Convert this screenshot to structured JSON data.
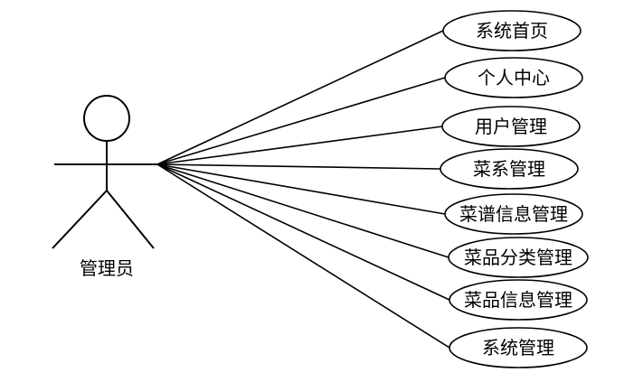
{
  "actor": {
    "label": "管理员"
  },
  "use_cases": [
    {
      "label": "系统首页"
    },
    {
      "label": "个人中心"
    },
    {
      "label": "用户管理"
    },
    {
      "label": "菜系管理"
    },
    {
      "label": "菜谱信息管理"
    },
    {
      "label": "菜品分类管理"
    },
    {
      "label": "菜品信息管理"
    },
    {
      "label": "系统管理"
    }
  ]
}
